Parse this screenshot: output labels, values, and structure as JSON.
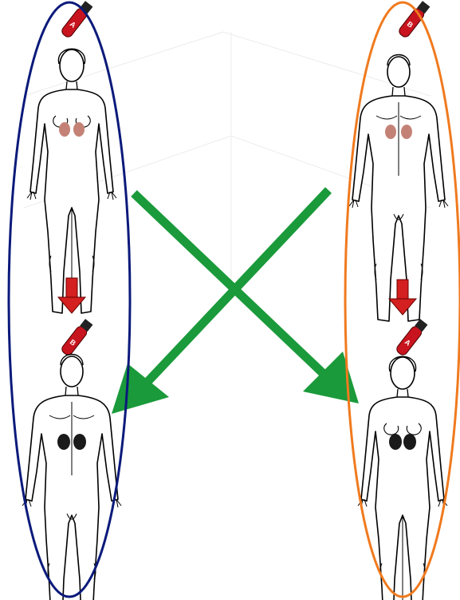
{
  "diagram": {
    "left_pair": {
      "donor": {
        "sex": "female",
        "blood_type": "A"
      },
      "recipient": {
        "sex": "male",
        "blood_type": "B"
      }
    },
    "right_pair": {
      "donor": {
        "sex": "male",
        "blood_type": "B"
      },
      "recipient": {
        "sex": "female",
        "blood_type": "A"
      }
    },
    "colors": {
      "left_ellipse": "#0b1a7a",
      "right_ellipse": "#f07a1e",
      "cross_arrows": "#1a9a3a",
      "down_arrows": "#d42020",
      "tube": "#c8141e",
      "healthy_kidney": "#c48276",
      "failing_kidney": "#1a1a1a"
    }
  }
}
